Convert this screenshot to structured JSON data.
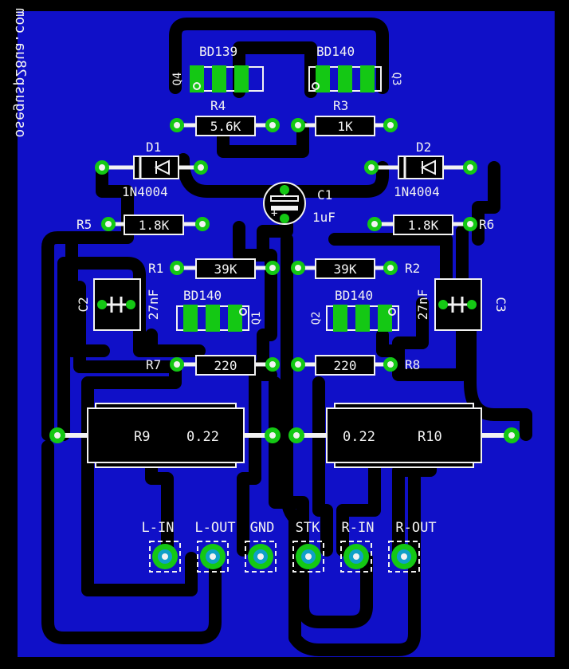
{
  "board": {
    "colors": {
      "background": "#000000",
      "copper": "#1010c8",
      "trace": "#000000",
      "silk": "#f2f2f2",
      "pad": "#14c814",
      "drill": "#f2f2f2"
    },
    "watermark": "osegusp28ua.com"
  },
  "parts": {
    "q4": {
      "ref": "Q4",
      "name": "BD139"
    },
    "q3": {
      "ref": "Q3",
      "name": "BD140"
    },
    "q1": {
      "ref": "Q1",
      "name": "BD140"
    },
    "q2": {
      "ref": "Q2",
      "name": "BD140"
    },
    "r4": {
      "ref": "R4",
      "value": "5.6K"
    },
    "r3": {
      "ref": "R3",
      "value": "1K"
    },
    "d1": {
      "ref": "D1",
      "value": "1N4004"
    },
    "d2": {
      "ref": "D2",
      "value": "1N4004"
    },
    "c1": {
      "ref": "C1",
      "value": "1uF"
    },
    "r5": {
      "ref": "R5",
      "value": "1.8K"
    },
    "r6": {
      "ref": "R6",
      "value": "1.8K"
    },
    "r1": {
      "ref": "R1",
      "value": "39K"
    },
    "r2": {
      "ref": "R2",
      "value": "39K"
    },
    "c2": {
      "ref": "C2",
      "value": "27nF"
    },
    "c3": {
      "ref": "C3",
      "value": "27nF"
    },
    "r7": {
      "ref": "R7",
      "value": "220"
    },
    "r8": {
      "ref": "R8",
      "value": "220"
    },
    "r9": {
      "ref": "R9",
      "value": "0.22"
    },
    "r10": {
      "ref": "R10",
      "value": "0.22"
    }
  },
  "connectors": [
    "L-IN",
    "L-OUT",
    "GND",
    "STK",
    "R-IN",
    "R-OUT"
  ]
}
